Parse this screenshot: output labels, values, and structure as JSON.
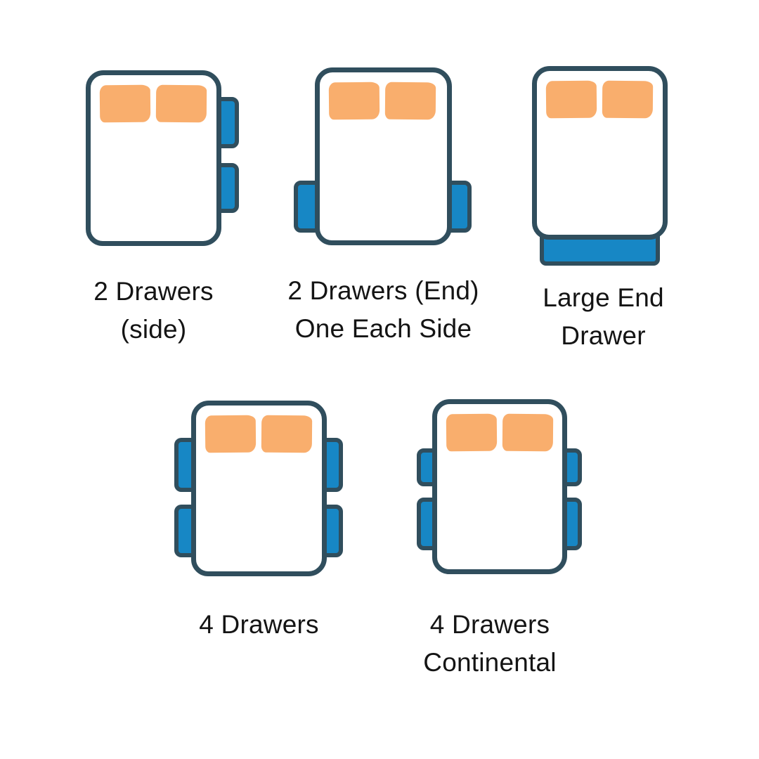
{
  "palette": {
    "background": "#ffffff",
    "outline": "#304e5d",
    "drawer_blue": "#1787c5",
    "pillow_orange": "#f9ae6d",
    "text": "#141414"
  },
  "figures": [
    {
      "id": "two-drawers-side",
      "caption": [
        "2 Drawers",
        "(side)"
      ],
      "drawer_count": 2,
      "drawer_layout": "two-on-right-side"
    },
    {
      "id": "two-drawers-end-one-each-side",
      "caption": [
        "2 Drawers (End)",
        "One Each Side"
      ],
      "drawer_count": 2,
      "drawer_layout": "one-each-side-at-foot-end"
    },
    {
      "id": "large-end-drawer",
      "caption": [
        "Large End",
        "Drawer"
      ],
      "drawer_count": 1,
      "drawer_layout": "full-width-foot-end"
    },
    {
      "id": "four-drawers",
      "caption": [
        "4 Drawers"
      ],
      "drawer_count": 4,
      "drawer_layout": "two-each-side-equal"
    },
    {
      "id": "four-drawers-continental",
      "caption": [
        "4 Drawers",
        "Continental"
      ],
      "drawer_count": 4,
      "drawer_layout": "two-each-side-short-upper"
    }
  ]
}
